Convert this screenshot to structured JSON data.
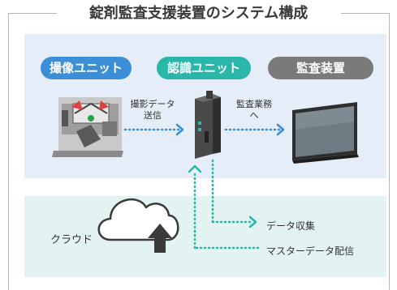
{
  "title": "錠剤監査支援装置のシステム構成",
  "units": {
    "capture": "撮像ユニット",
    "recognition": "認識ユニット",
    "audit": "監査装置"
  },
  "flows": {
    "image_send_line1": "撮影データ",
    "image_send_line2": "送信",
    "audit_work_line1": "監査業務",
    "audit_work_line2": "へ",
    "data_collect": "データ収集",
    "master_distribute": "マスターデータ配信"
  },
  "cloud": {
    "label": "クラウド"
  },
  "colors": {
    "capture_pill": "#3c8fd6",
    "recognition_pill": "#2ab6a8",
    "audit_pill": "#7a7a7a",
    "arrow_blue": "#3a8fd8",
    "arrow_teal": "#2ab6a8",
    "top_panel": "#e5eef8",
    "bottom_panel": "#e3f3f2"
  },
  "icons": [
    "capture-device-icon",
    "recognition-unit-icon",
    "monitor-icon",
    "cloud-upload-icon"
  ]
}
